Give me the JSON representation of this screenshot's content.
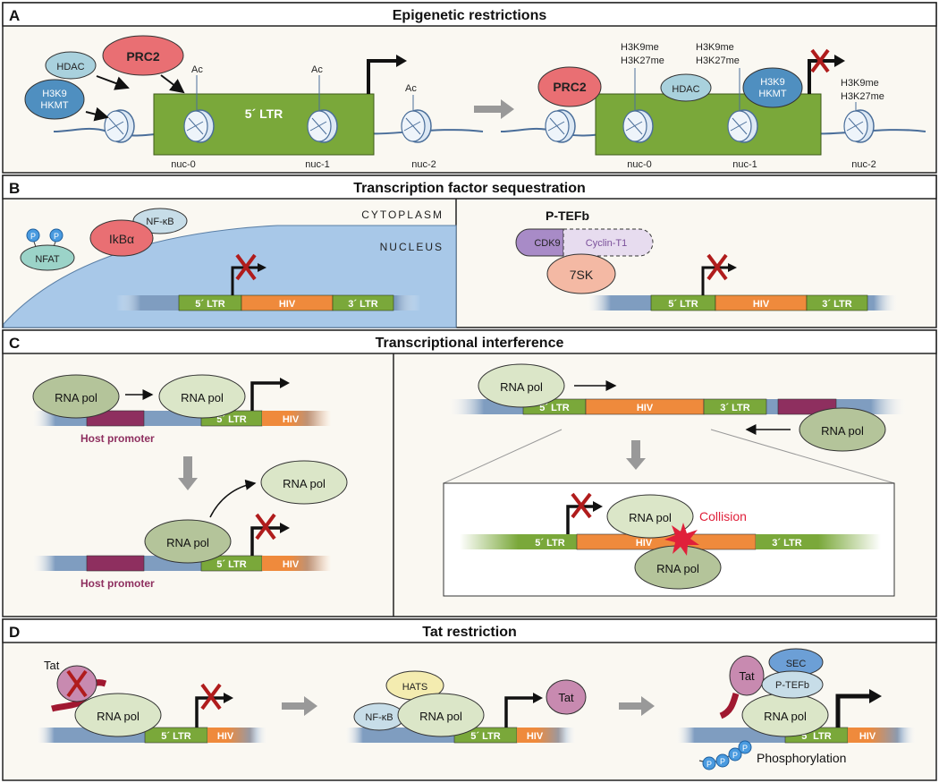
{
  "panels": {
    "a": {
      "letter": "A",
      "title": "Epigenetic restrictions"
    },
    "b": {
      "letter": "B",
      "title": "Transcription factor sequestration"
    },
    "c": {
      "letter": "C",
      "title": "Transcriptional interference"
    },
    "d": {
      "letter": "D",
      "title": "Tat restriction"
    }
  },
  "labels": {
    "hdac": "HDAC",
    "prc2": "PRC2",
    "h3k9": "H3K9",
    "hkmt": "HKMT",
    "ac": "Ac",
    "ltr5": "5´ LTR",
    "ltr3": "3´ LTR",
    "hiv": "HIV",
    "nuc0": "nuc-0",
    "nuc1": "nuc-1",
    "nuc2": "nuc-2",
    "h3k9me": "H3K9me",
    "h3k27me": "H3K27me",
    "p": "P",
    "nfat": "NFAT",
    "nfkb": "NF-κB",
    "ikba": "IkBα",
    "cytoplasm": "CYTOPLASM",
    "nucleus": "NUCLEUS",
    "ptefb": "P-TEFb",
    "cdk9": "CDK9",
    "cyclin": "Cyclin-T1",
    "sevenSK": "7SK",
    "rnapol": "RNA pol",
    "host_promoter": "Host promoter",
    "collision": "Collision",
    "tat": "Tat",
    "hats": "HATS",
    "sec": "SEC",
    "phosphorylation": "Phosphorylation"
  },
  "colors": {
    "green": "#7aa83a",
    "orange": "#ef8a3c",
    "purple": "#8e2f5f",
    "blue_dna": "#7f9dc0",
    "rnapol": "#b4c49a",
    "prc2": "#e96f73",
    "hkmt": "#4f8fc0",
    "hdac": "#a9d1dd",
    "nucleus": "#a8c8e8",
    "collision": "#e0203a",
    "block": "#b01c1c"
  }
}
